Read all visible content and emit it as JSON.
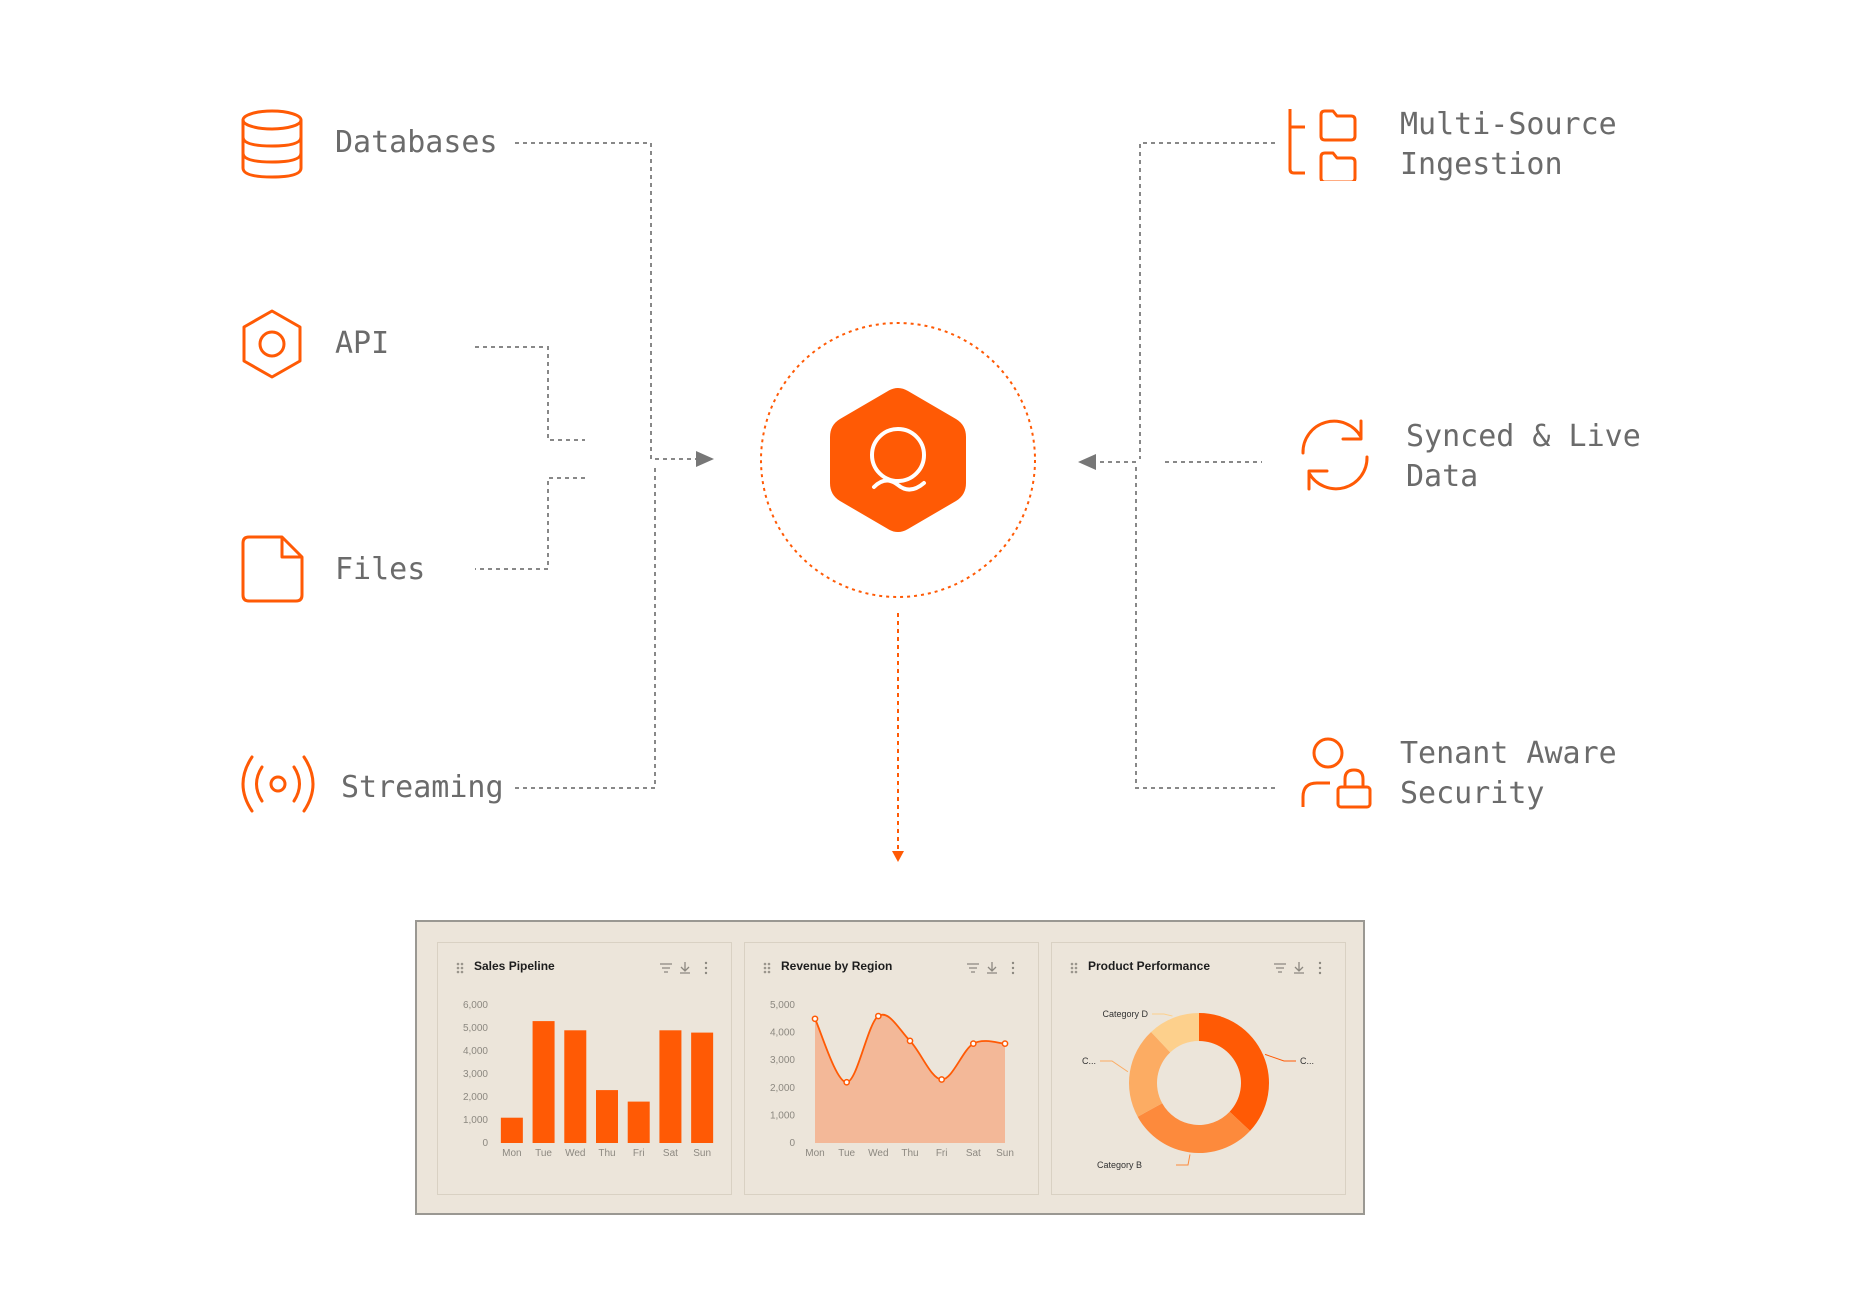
{
  "sources": [
    {
      "id": "databases",
      "label": "Databases",
      "icon": "database-icon"
    },
    {
      "id": "api",
      "label": "API",
      "icon": "hexagon-nut-icon"
    },
    {
      "id": "files",
      "label": "Files",
      "icon": "file-icon"
    },
    {
      "id": "streaming",
      "label": "Streaming",
      "icon": "broadcast-icon"
    }
  ],
  "features": [
    {
      "id": "multi-source",
      "line1": "Multi-Source",
      "line2": "Ingestion",
      "icon": "folders-icon"
    },
    {
      "id": "synced",
      "line1": "Synced & Live",
      "line2": "Data",
      "icon": "sync-icon"
    },
    {
      "id": "tenant",
      "line1": "Tenant Aware",
      "line2": "Security",
      "icon": "user-lock-icon"
    }
  ],
  "hub": {
    "icon": "q-logo-icon"
  },
  "colors": {
    "accent": "#ff5a05",
    "accent_light": "#f3b898",
    "text": "#6b6b6b",
    "panel_bg": "#ece5da",
    "panel_border": "#9a9892"
  },
  "dashboard": {
    "cards": [
      {
        "title": "Sales Pipeline"
      },
      {
        "title": "Revenue by Region"
      },
      {
        "title": "Product Performance"
      }
    ]
  },
  "chart_data": [
    {
      "type": "bar",
      "title": "Sales Pipeline",
      "categories": [
        "Mon",
        "Tue",
        "Wed",
        "Thu",
        "Fri",
        "Sat",
        "Sun"
      ],
      "values": [
        1100,
        5300,
        4900,
        2300,
        1800,
        4900,
        4800
      ],
      "yticks": [
        "0",
        "1,000",
        "2,000",
        "3,000",
        "4,000",
        "5,000",
        "6,000"
      ],
      "ylim": [
        0,
        6000
      ]
    },
    {
      "type": "area",
      "title": "Revenue by Region",
      "categories": [
        "Mon",
        "Tue",
        "Wed",
        "Thu",
        "Fri",
        "Sat",
        "Sun"
      ],
      "values": [
        4500,
        2200,
        4600,
        3700,
        2300,
        3600,
        3600
      ],
      "yticks": [
        "0",
        "1,000",
        "2,000",
        "3,000",
        "4,000",
        "5,000"
      ],
      "ylim": [
        0,
        5000
      ]
    },
    {
      "type": "pie",
      "title": "Product Performance",
      "slices": [
        {
          "label": "C...",
          "value": 37,
          "color": "#ff5a05"
        },
        {
          "label": "Category B",
          "value": 30,
          "color": "#fd8a3c"
        },
        {
          "label": "C...",
          "value": 21,
          "color": "#fcac63"
        },
        {
          "label": "Category D",
          "value": 12,
          "color": "#fdd08c"
        }
      ]
    }
  ]
}
